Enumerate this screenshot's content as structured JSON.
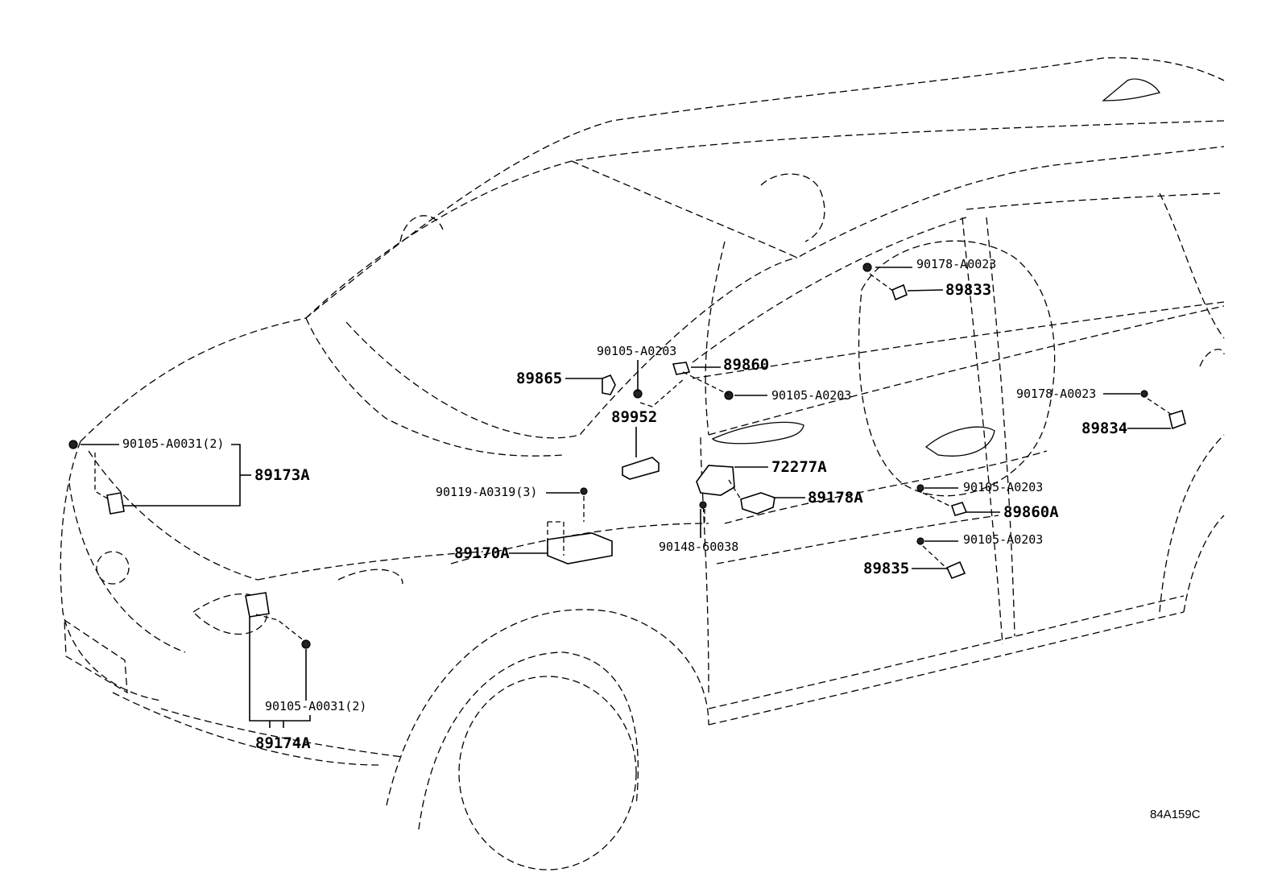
{
  "diagram_code": "84A159C",
  "labels": {
    "l_90178_top": "90178-A0023",
    "l_89833": "89833",
    "l_90105_a": "90105-A0203",
    "l_89860": "89860",
    "l_89865": "89865",
    "l_90105_b": "90105-A0203",
    "l_89952": "89952",
    "l_90178_right": "90178-A0023",
    "l_89834": "89834",
    "l_90105_front": "90105-A0031(2)",
    "l_89173A": "89173A",
    "l_72277A": "72277A",
    "l_90119": "90119-A0319(3)",
    "l_89178A": "89178A",
    "l_90105_c": "90105-A0203",
    "l_89860A": "89860A",
    "l_89170A": "89170A",
    "l_90148": "90148-60038",
    "l_90105_d": "90105-A0203",
    "l_89835": "89835",
    "l_90105_bottom": "90105-A0031(2)",
    "l_89174A": "89174A"
  }
}
